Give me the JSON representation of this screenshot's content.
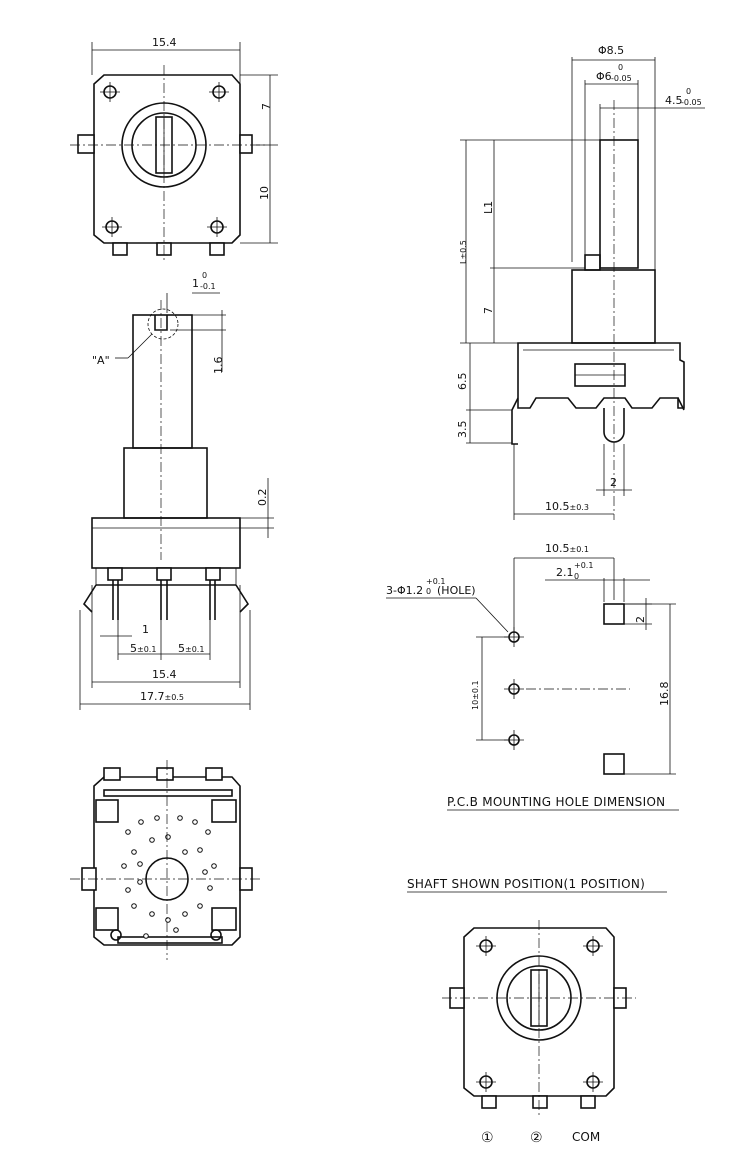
{
  "top_view": {
    "width_dim": "15.4",
    "dim_7": "7",
    "dim_10": "10"
  },
  "side_view": {
    "slot_dim_base": "1",
    "slot_dim_tol_top": "0",
    "slot_dim_tol_bot": "-0.1",
    "detail_label": "\"A\"",
    "dim_1_6": "1.6",
    "dim_0_2": "0.2",
    "dim_1": "1",
    "pitch_left_base": "5",
    "pitch_left_tol": "±0.1",
    "pitch_right_base": "5",
    "pitch_right_tol": "±0.1",
    "width_15_4": "15.4",
    "width_17_7_base": "17.7",
    "width_17_7_tol": "±0.5"
  },
  "shaft_view": {
    "dia_8_5": "Φ8.5",
    "dia_6_base": "Φ6",
    "dia_6_tol_top": "0",
    "dia_6_tol_bot": "-0.05",
    "dim_4_5_base": "4.5",
    "dim_4_5_tol_top": "0",
    "dim_4_5_tol_bot": "-0.05",
    "dim_L1": "L1",
    "dim_L_base": "L",
    "dim_L_tol": "±0.5",
    "dim_7": "7",
    "dim_6_5": "6.5",
    "dim_3_5": "3.5",
    "dim_2": "2",
    "dim_10_5_base": "10.5",
    "dim_10_5_tol": "±0.3"
  },
  "pcb": {
    "dim_10_5_base": "10.5",
    "dim_10_5_tol": "±0.1",
    "dim_2_1_base": "2.1",
    "dim_2_1_tol_top": "+0.1",
    "dim_2_1_tol_bot": "0",
    "hole_note_pre": "3-Φ1.2",
    "hole_note_tol_top": "+0.1",
    "hole_note_tol_bot": "0",
    "hole_note_post": "(HOLE)",
    "dim_2": "2",
    "dim_10_base": "10",
    "dim_10_tol": "±0.1",
    "dim_16_8": "16.8",
    "caption": "P.C.B MOUNTING HOLE DIMENSION"
  },
  "shaft_position": {
    "caption": "SHAFT SHOWN POSITION(1 POSITION)",
    "pin1": "①",
    "pin2": "②",
    "pin3": "COM"
  }
}
